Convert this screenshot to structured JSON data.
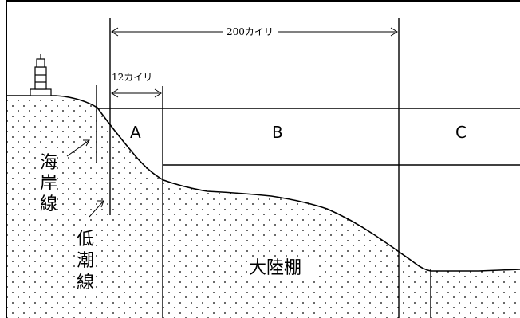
{
  "labels": {
    "distance_200": "200カイリ",
    "distance_12": "12カイリ",
    "zone_a": "A",
    "zone_b": "B",
    "zone_c": "C",
    "coastline": [
      "海",
      "岸",
      "線"
    ],
    "low_tide_line": [
      "低",
      "潮",
      "線"
    ],
    "continental_shelf": "大陸棚"
  },
  "icons": {
    "lighthouse": "lighthouse-icon"
  }
}
